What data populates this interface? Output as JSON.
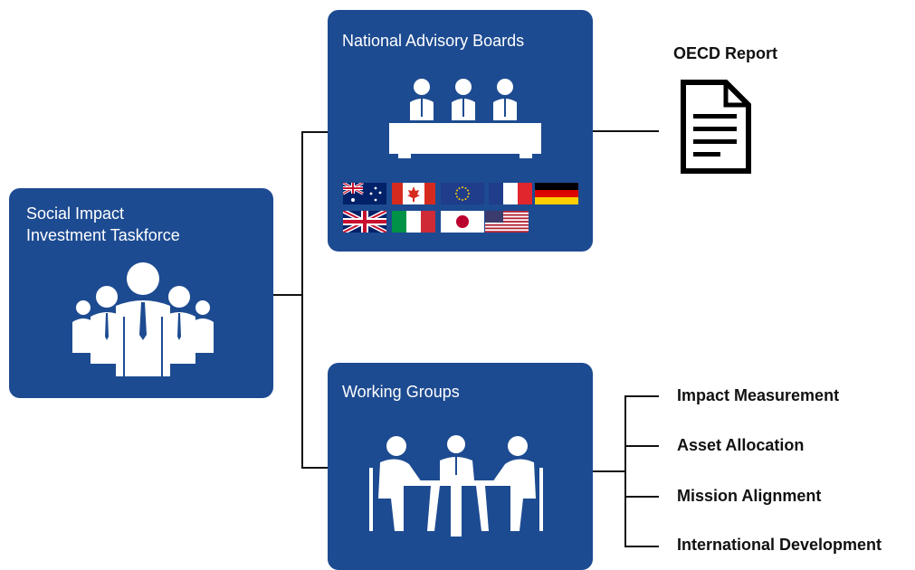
{
  "taskforce": {
    "title_line1": "Social Impact",
    "title_line2": "Investment Taskforce",
    "icon": "group-of-people-icon"
  },
  "advisory_boards": {
    "title": "National Advisory Boards",
    "icon": "panel-of-three-people-icon",
    "flags": [
      "flag-australia",
      "flag-canada",
      "flag-eu",
      "flag-france",
      "flag-germany",
      "flag-uk",
      "flag-italy",
      "flag-japan",
      "flag-usa"
    ]
  },
  "working_groups": {
    "title": "Working Groups",
    "icon": "meeting-table-icon",
    "items": [
      "Impact Measurement",
      "Asset Allocation",
      "Mission Alignment",
      "International Development"
    ]
  },
  "report": {
    "label": "OECD Report",
    "icon": "document-icon"
  },
  "colors": {
    "box": "#1d4b91",
    "text_on_box": "#ffffff",
    "connector": "#111111"
  }
}
